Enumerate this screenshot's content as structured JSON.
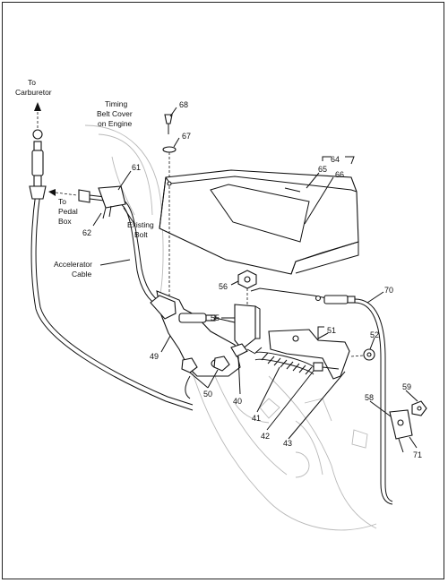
{
  "labels": {
    "to_carburetor": [
      "To",
      "Carburetor"
    ],
    "timing_belt_cover": [
      "Timing",
      "Belt Cover",
      "on Engine"
    ],
    "to_pedal_box": [
      "To",
      "Pedal",
      "Box"
    ],
    "existing_bolt": [
      "Existing",
      "Bolt"
    ],
    "accelerator_cable": [
      "Accelerator",
      "Cable"
    ]
  },
  "callouts": [
    "68",
    "67",
    "64",
    "65",
    "66",
    "61",
    "62",
    "56",
    "55",
    "70",
    "51",
    "52",
    "49",
    "50",
    "40",
    "41",
    "42",
    "43",
    "58",
    "59",
    "71"
  ]
}
